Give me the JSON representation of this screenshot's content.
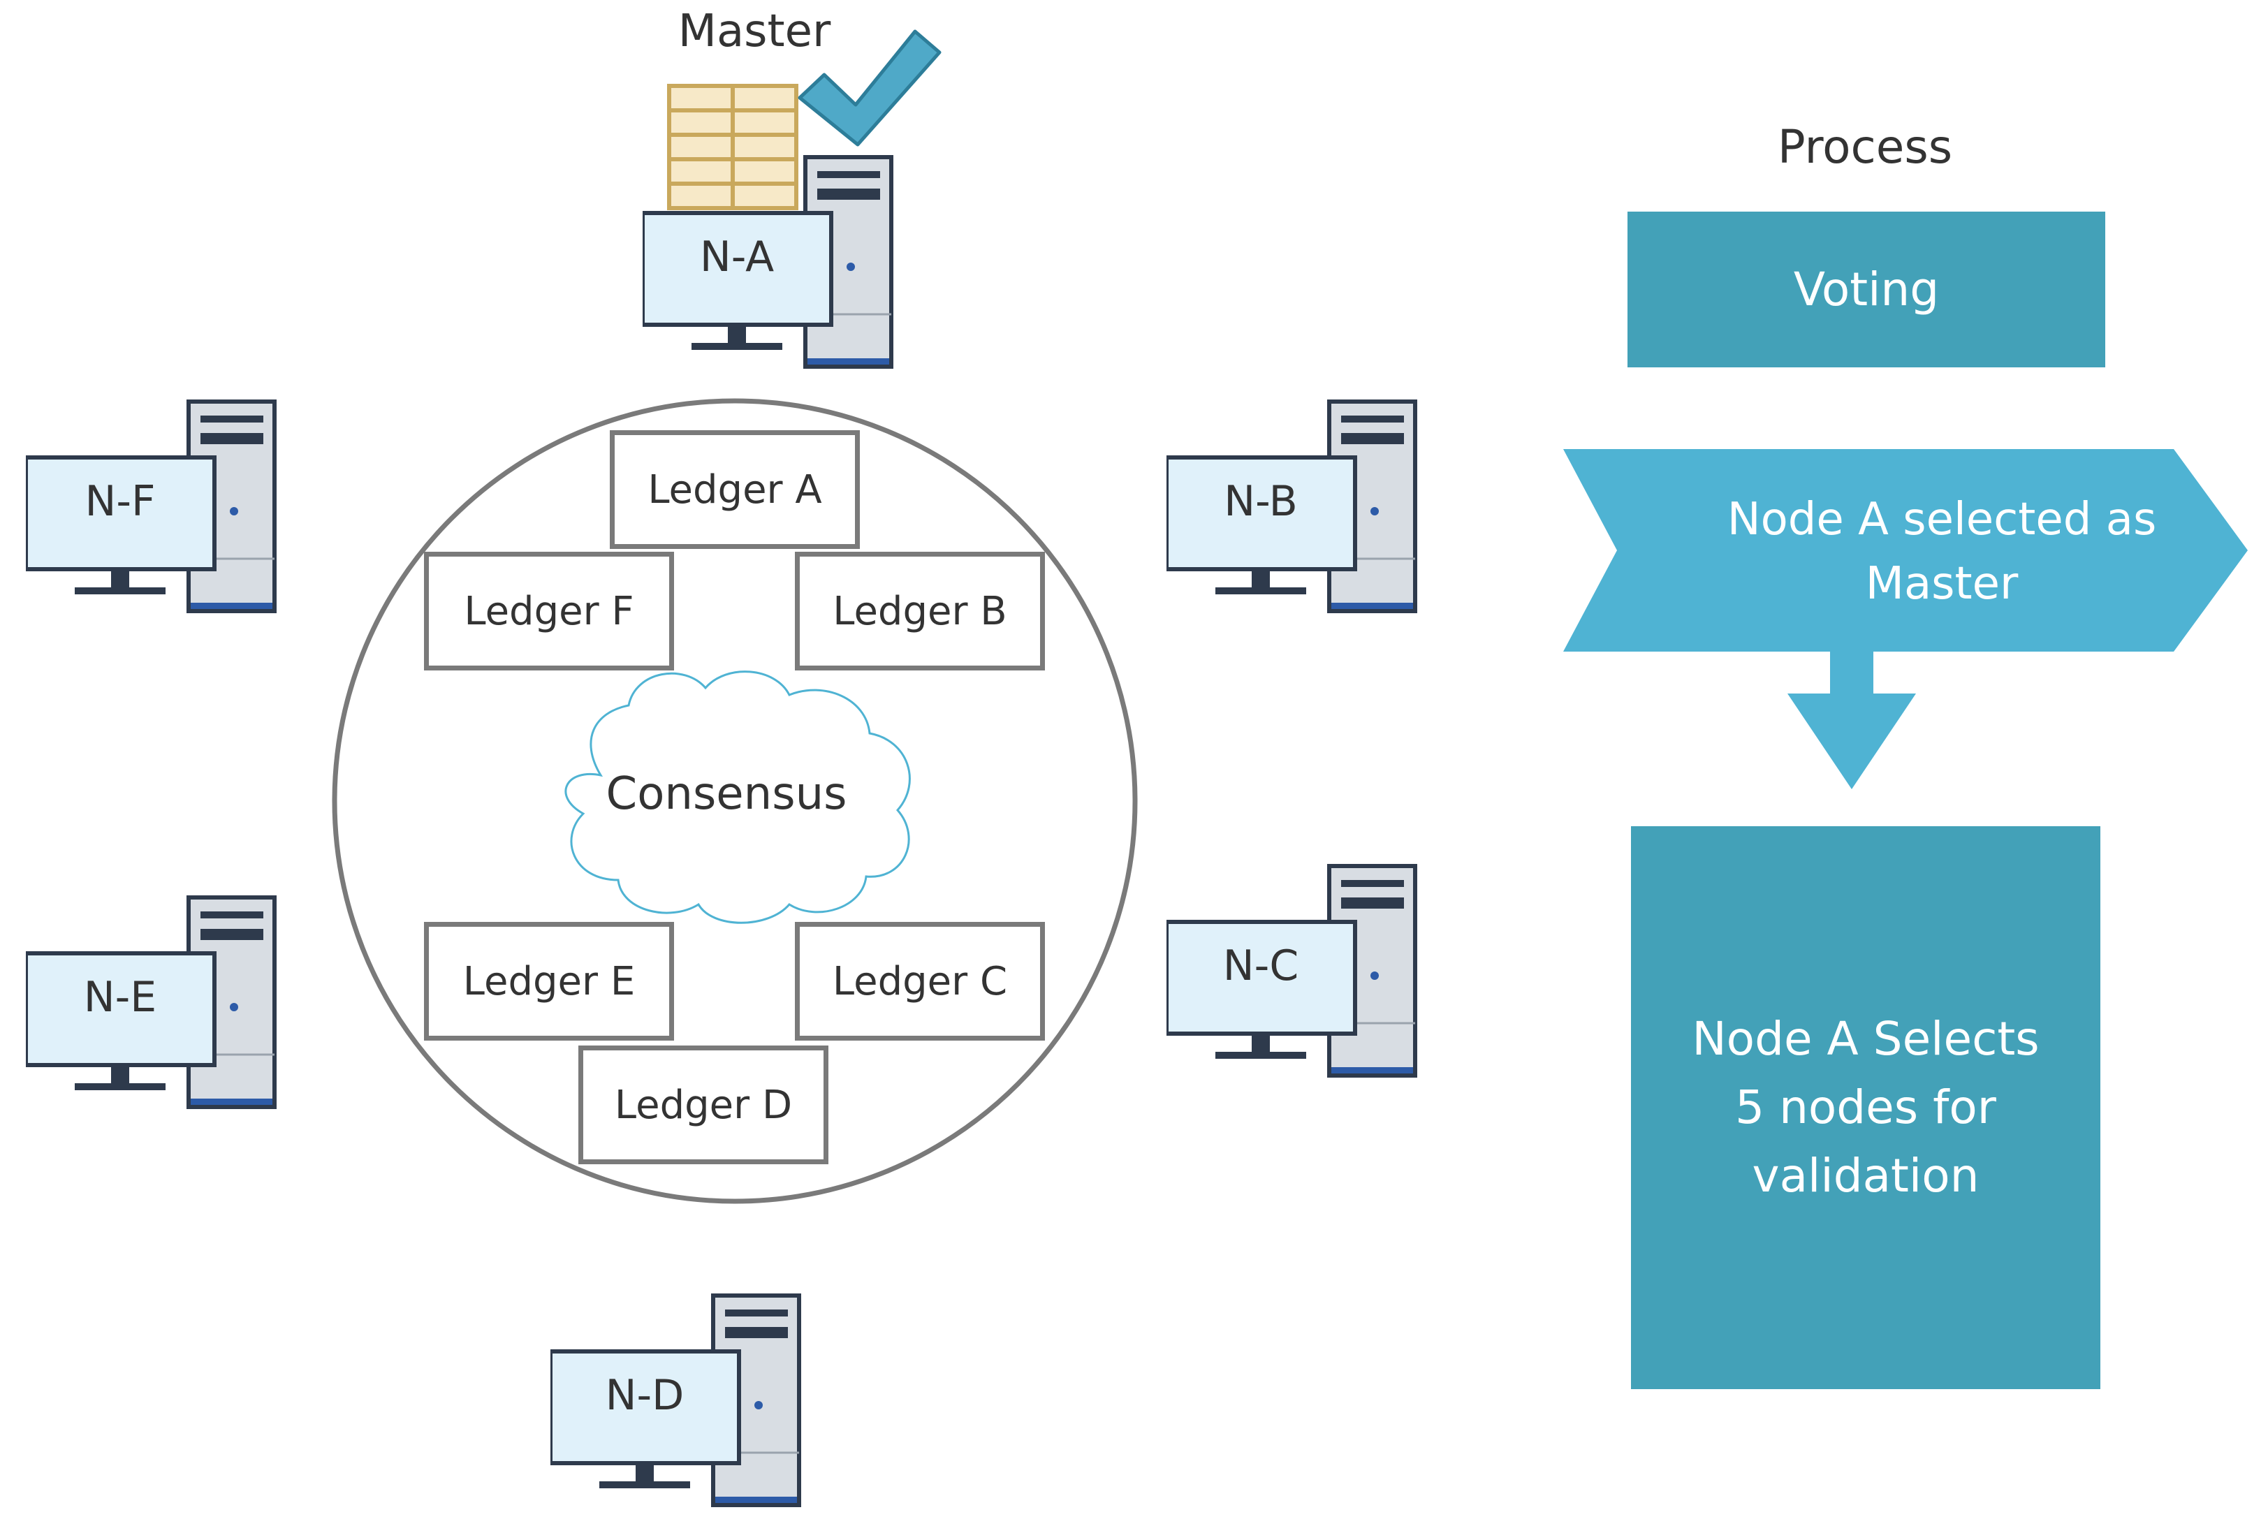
{
  "master": {
    "label": "Master"
  },
  "consensus": {
    "label": "Consensus"
  },
  "nodes": [
    {
      "id": "a",
      "label": "N-A"
    },
    {
      "id": "b",
      "label": "N-B"
    },
    {
      "id": "c",
      "label": "N-C"
    },
    {
      "id": "d",
      "label": "N-D"
    },
    {
      "id": "e",
      "label": "N-E"
    },
    {
      "id": "f",
      "label": "N-F"
    }
  ],
  "ledgers": [
    {
      "id": "a",
      "label": "Ledger A"
    },
    {
      "id": "b",
      "label": "Ledger B"
    },
    {
      "id": "c",
      "label": "Ledger C"
    },
    {
      "id": "d",
      "label": "Ledger D"
    },
    {
      "id": "e",
      "label": "Ledger E"
    },
    {
      "id": "f",
      "label": "Ledger F"
    }
  ],
  "process": {
    "title": "Process",
    "steps": [
      {
        "label": "Voting"
      },
      {
        "label": "Node A selected as Master"
      },
      {
        "label": "Node A Selects 5 nodes for validation"
      }
    ]
  },
  "colors": {
    "process_teal": "#43a1b8",
    "process_light": "#4fb3d3",
    "checkmark": "#4fa9c8",
    "ledger_gold": "#c9a85c",
    "screen": "#e0f1fa",
    "dark": "#2e3a4c"
  },
  "icons": {
    "master_check": "checkmark-icon",
    "master_ledger": "ledger-table-icon",
    "computer": "computer-icon",
    "consensus_cloud": "cloud-icon"
  }
}
